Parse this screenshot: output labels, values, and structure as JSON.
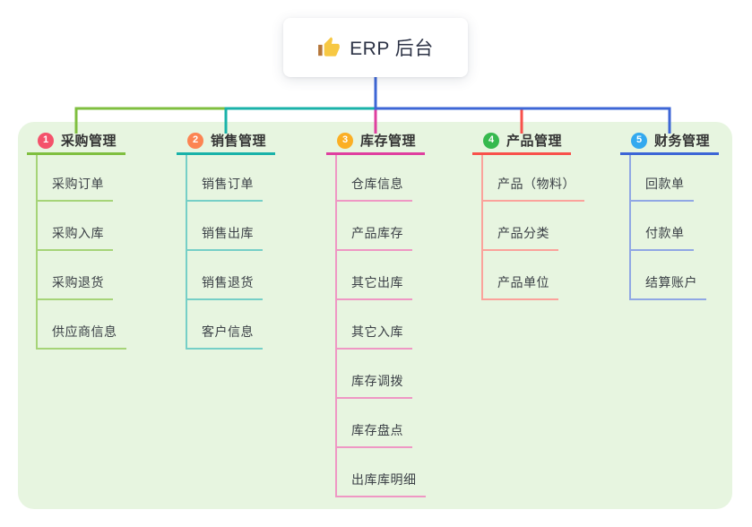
{
  "root": {
    "label": "ERP 后台",
    "icon": "thumbs-up-icon"
  },
  "panel": {
    "background": "#e7f5e0"
  },
  "connector_root_color": "#4466d0",
  "branches": [
    {
      "num": "1",
      "label": "采购管理",
      "badge_color": "#f4526b",
      "line_color": "#7fbf3f",
      "light_color": "#a6d478",
      "children": [
        "采购订单",
        "采购入库",
        "采购退货",
        "供应商信息"
      ]
    },
    {
      "num": "2",
      "label": "销售管理",
      "badge_color": "#fc8452",
      "line_color": "#19b2a9",
      "light_color": "#76cfc7",
      "children": [
        "销售订单",
        "销售出库",
        "销售退货",
        "客户信息"
      ]
    },
    {
      "num": "3",
      "label": "库存管理",
      "badge_color": "#fbaf24",
      "line_color": "#df3f9f",
      "light_color": "#ef97c4",
      "children": [
        "仓库信息",
        "产品库存",
        "其它出库",
        "其它入库",
        "库存调拨",
        "库存盘点",
        "出库库明细"
      ]
    },
    {
      "num": "4",
      "label": "产品管理",
      "badge_color": "#36b94e",
      "line_color": "#f8514b",
      "light_color": "#fba29b",
      "children": [
        "产品（物料）",
        "产品分类",
        "产品单位"
      ]
    },
    {
      "num": "5",
      "label": "财务管理",
      "badge_color": "#33a9ef",
      "line_color": "#3d66d6",
      "light_color": "#90a7e4",
      "children": [
        "回款单",
        "付款单",
        "结算账户"
      ]
    }
  ]
}
